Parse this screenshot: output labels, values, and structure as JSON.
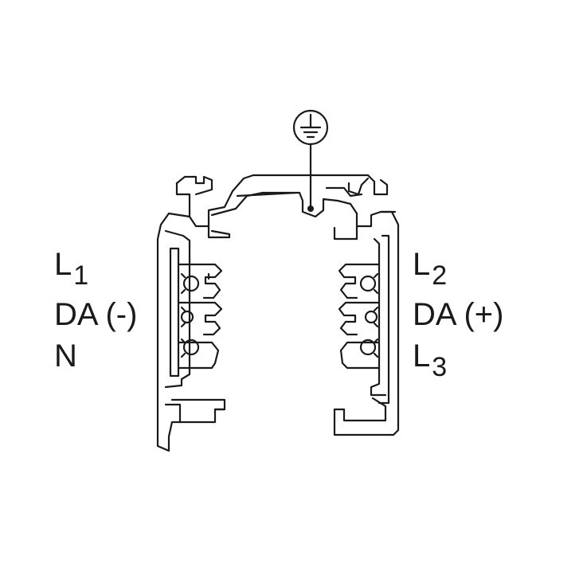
{
  "diagram": {
    "ground_symbol": "ground-icon",
    "left_labels": {
      "l1": {
        "letter": "L",
        "sub": "1"
      },
      "da_minus": "DA (-)",
      "n": "N"
    },
    "right_labels": {
      "l2": {
        "letter": "L",
        "sub": "2"
      },
      "da_plus": "DA (+)",
      "l3": {
        "letter": "L",
        "sub": "3"
      }
    },
    "colors": {
      "line": "#1a1a1a",
      "background": "#ffffff"
    }
  }
}
